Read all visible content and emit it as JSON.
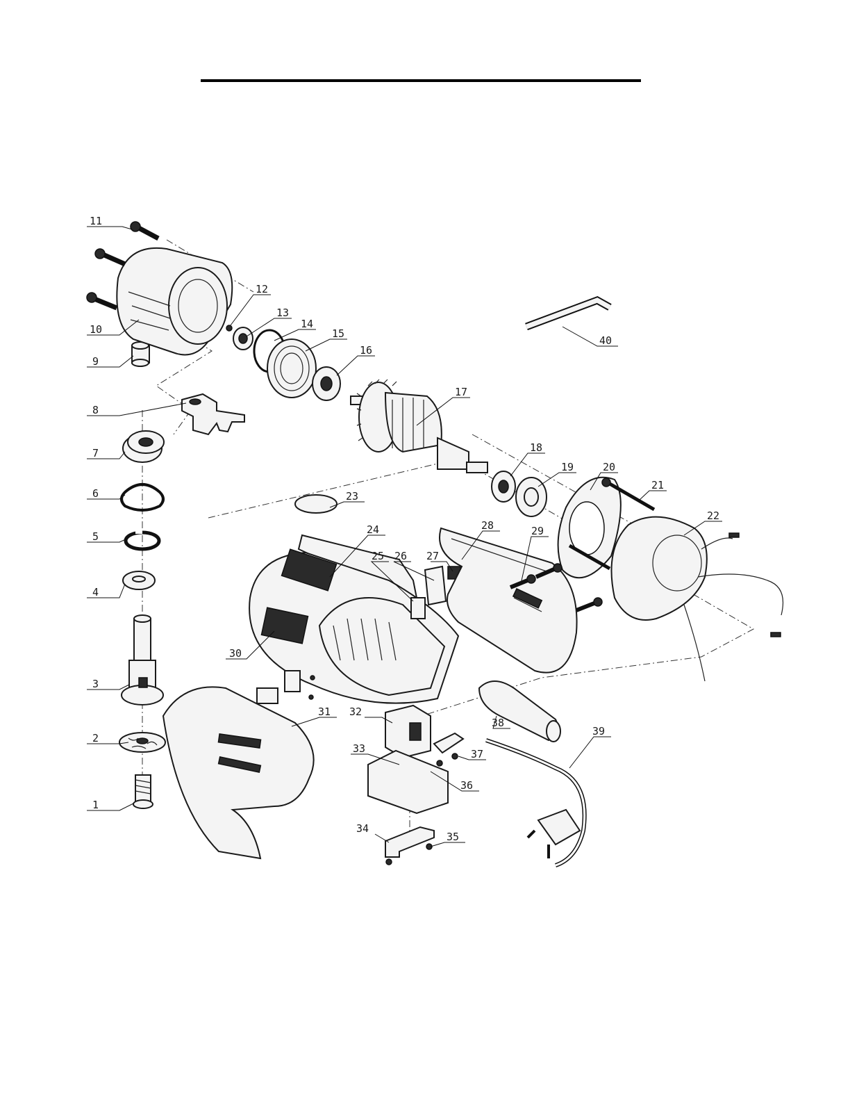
{
  "parts": [
    {
      "id": "1",
      "label": "1"
    },
    {
      "id": "2",
      "label": "2"
    },
    {
      "id": "3",
      "label": "3"
    },
    {
      "id": "4",
      "label": "4"
    },
    {
      "id": "5",
      "label": "5"
    },
    {
      "id": "6",
      "label": "6"
    },
    {
      "id": "7",
      "label": "7"
    },
    {
      "id": "8",
      "label": "8"
    },
    {
      "id": "9",
      "label": "9"
    },
    {
      "id": "10",
      "label": "10"
    },
    {
      "id": "11",
      "label": "11"
    },
    {
      "id": "12",
      "label": "12"
    },
    {
      "id": "13",
      "label": "13"
    },
    {
      "id": "14",
      "label": "14"
    },
    {
      "id": "15",
      "label": "15"
    },
    {
      "id": "16",
      "label": "16"
    },
    {
      "id": "17",
      "label": "17"
    },
    {
      "id": "18",
      "label": "18"
    },
    {
      "id": "19",
      "label": "19"
    },
    {
      "id": "20",
      "label": "20"
    },
    {
      "id": "21",
      "label": "21"
    },
    {
      "id": "22",
      "label": "22"
    },
    {
      "id": "23",
      "label": "23"
    },
    {
      "id": "24",
      "label": "24"
    },
    {
      "id": "25",
      "label": "25"
    },
    {
      "id": "26",
      "label": "26"
    },
    {
      "id": "27",
      "label": "27"
    },
    {
      "id": "28",
      "label": "28"
    },
    {
      "id": "29",
      "label": "29"
    },
    {
      "id": "30",
      "label": "30"
    },
    {
      "id": "31",
      "label": "31"
    },
    {
      "id": "32",
      "label": "32"
    },
    {
      "id": "33",
      "label": "33"
    },
    {
      "id": "34",
      "label": "34"
    },
    {
      "id": "35",
      "label": "35"
    },
    {
      "id": "36",
      "label": "36"
    },
    {
      "id": "37",
      "label": "37"
    },
    {
      "id": "38",
      "label": "38"
    },
    {
      "id": "39",
      "label": "39"
    },
    {
      "id": "40",
      "label": "40"
    }
  ]
}
